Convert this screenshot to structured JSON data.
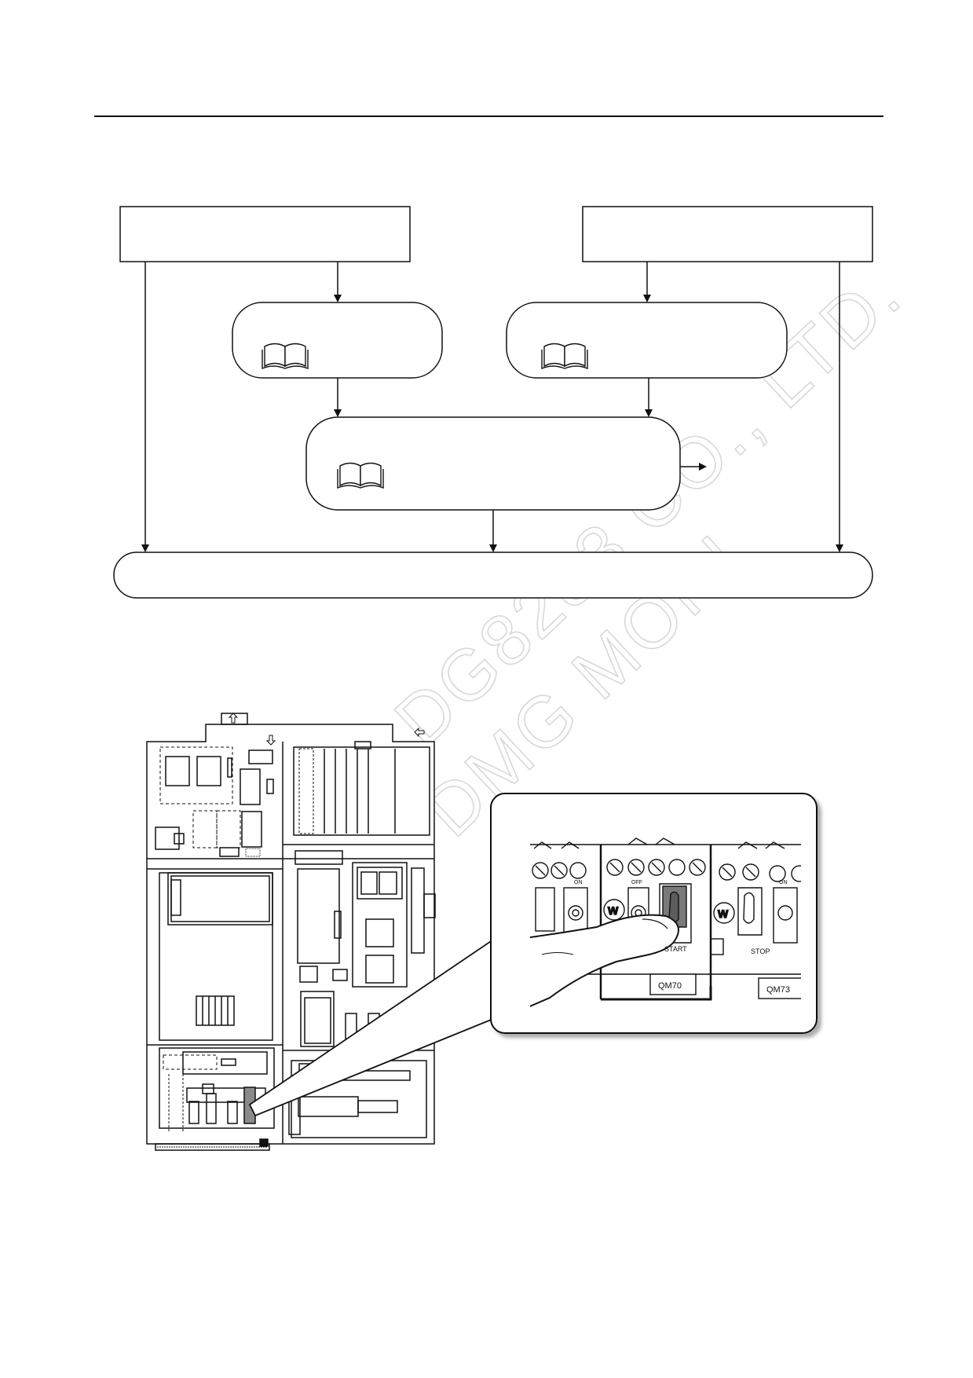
{
  "watermark": {
    "line1": "Copy 01DG8283 CO., LTD.",
    "line2": "DMG MORI"
  },
  "photo_labels": {
    "start": "START",
    "stop": "STOP",
    "off": "OFF",
    "on": "ON",
    "qm70": "QM70",
    "qm73": "QM73"
  },
  "colors": {
    "ink": "#111111",
    "accent_gray": "#8a8a8a",
    "watermark": "#d8d8d8"
  },
  "icons": [
    "manual-book-icon",
    "manual-book-icon",
    "manual-book-icon"
  ]
}
